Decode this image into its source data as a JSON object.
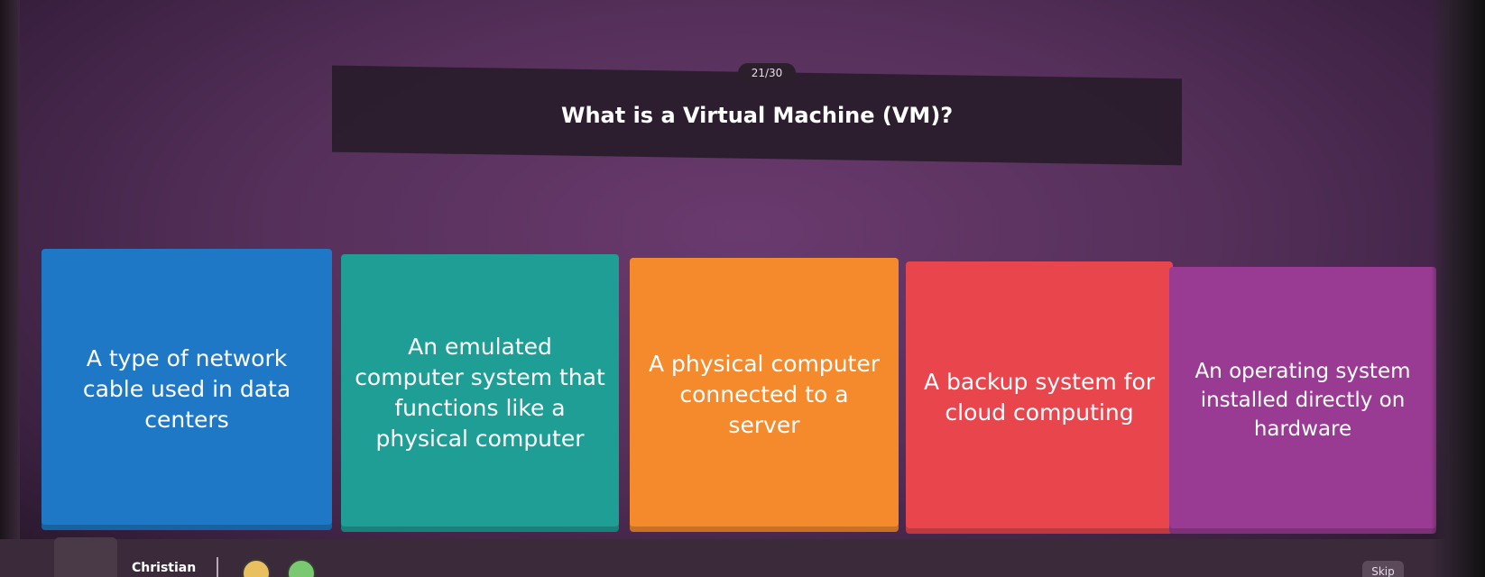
{
  "quiz": {
    "counter": "21/30",
    "question": "What is a Virtual Machine (VM)?"
  },
  "options": [
    {
      "label": "A type of network cable used in data centers",
      "color": "#1f78c6"
    },
    {
      "label": "An emulated computer system that functions like a physical computer",
      "color": "#1e9e95"
    },
    {
      "label": "A physical computer connected to a server",
      "color": "#f58a2c"
    },
    {
      "label": "A backup system for cloud computing",
      "color": "#e8454c"
    },
    {
      "label": "An operating system installed directly on hardware",
      "color": "#9a3b93"
    }
  ],
  "footer": {
    "player_name": "Christian",
    "skip_label": "Skip"
  }
}
